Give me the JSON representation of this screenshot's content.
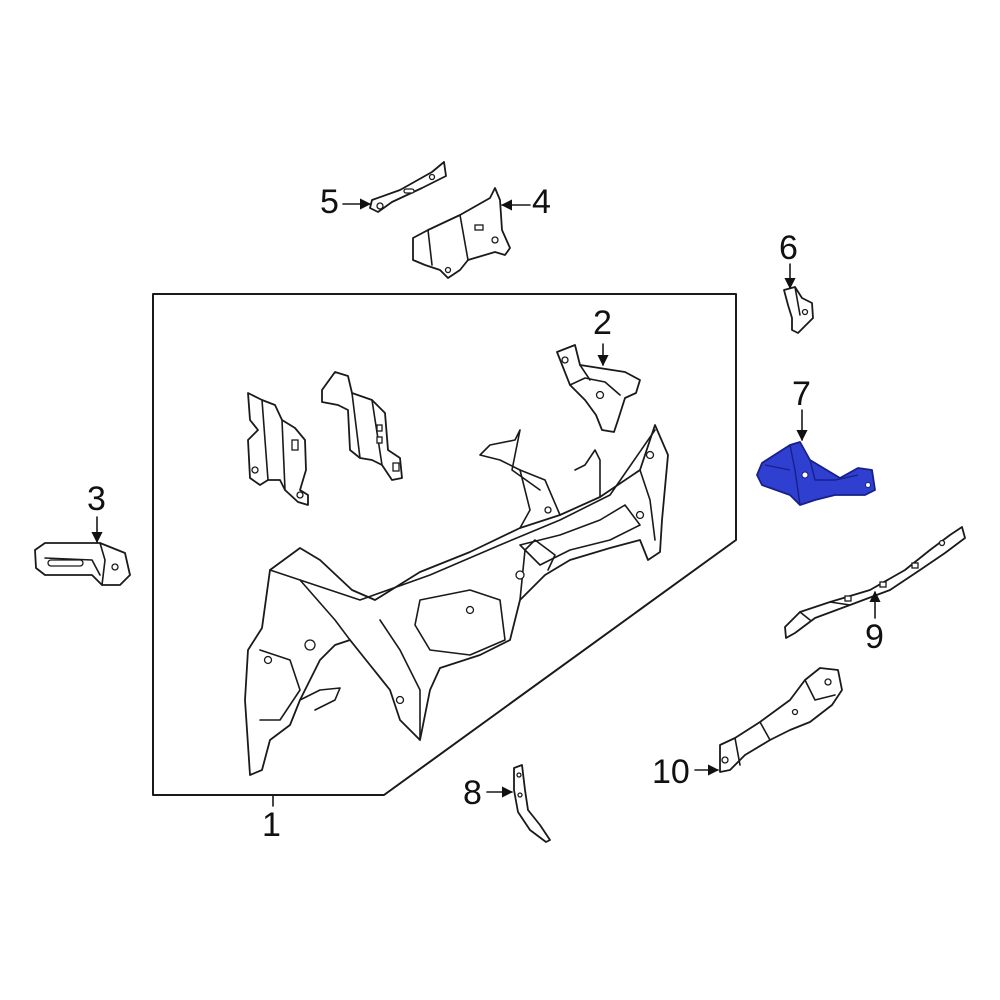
{
  "colors": {
    "line": "#1a1a1a",
    "highlight_fill": "#2f3fd0",
    "highlight_stroke": "#17208a",
    "background": "#ffffff"
  },
  "callouts": [
    {
      "id": "1",
      "text": "1"
    },
    {
      "id": "2",
      "text": "2"
    },
    {
      "id": "3",
      "text": "3"
    },
    {
      "id": "4",
      "text": "4"
    },
    {
      "id": "5",
      "text": "5"
    },
    {
      "id": "6",
      "text": "6"
    },
    {
      "id": "7",
      "text": "7"
    },
    {
      "id": "8",
      "text": "8"
    },
    {
      "id": "9",
      "text": "9"
    },
    {
      "id": "10",
      "text": "10"
    }
  ],
  "highlighted_part": "7"
}
